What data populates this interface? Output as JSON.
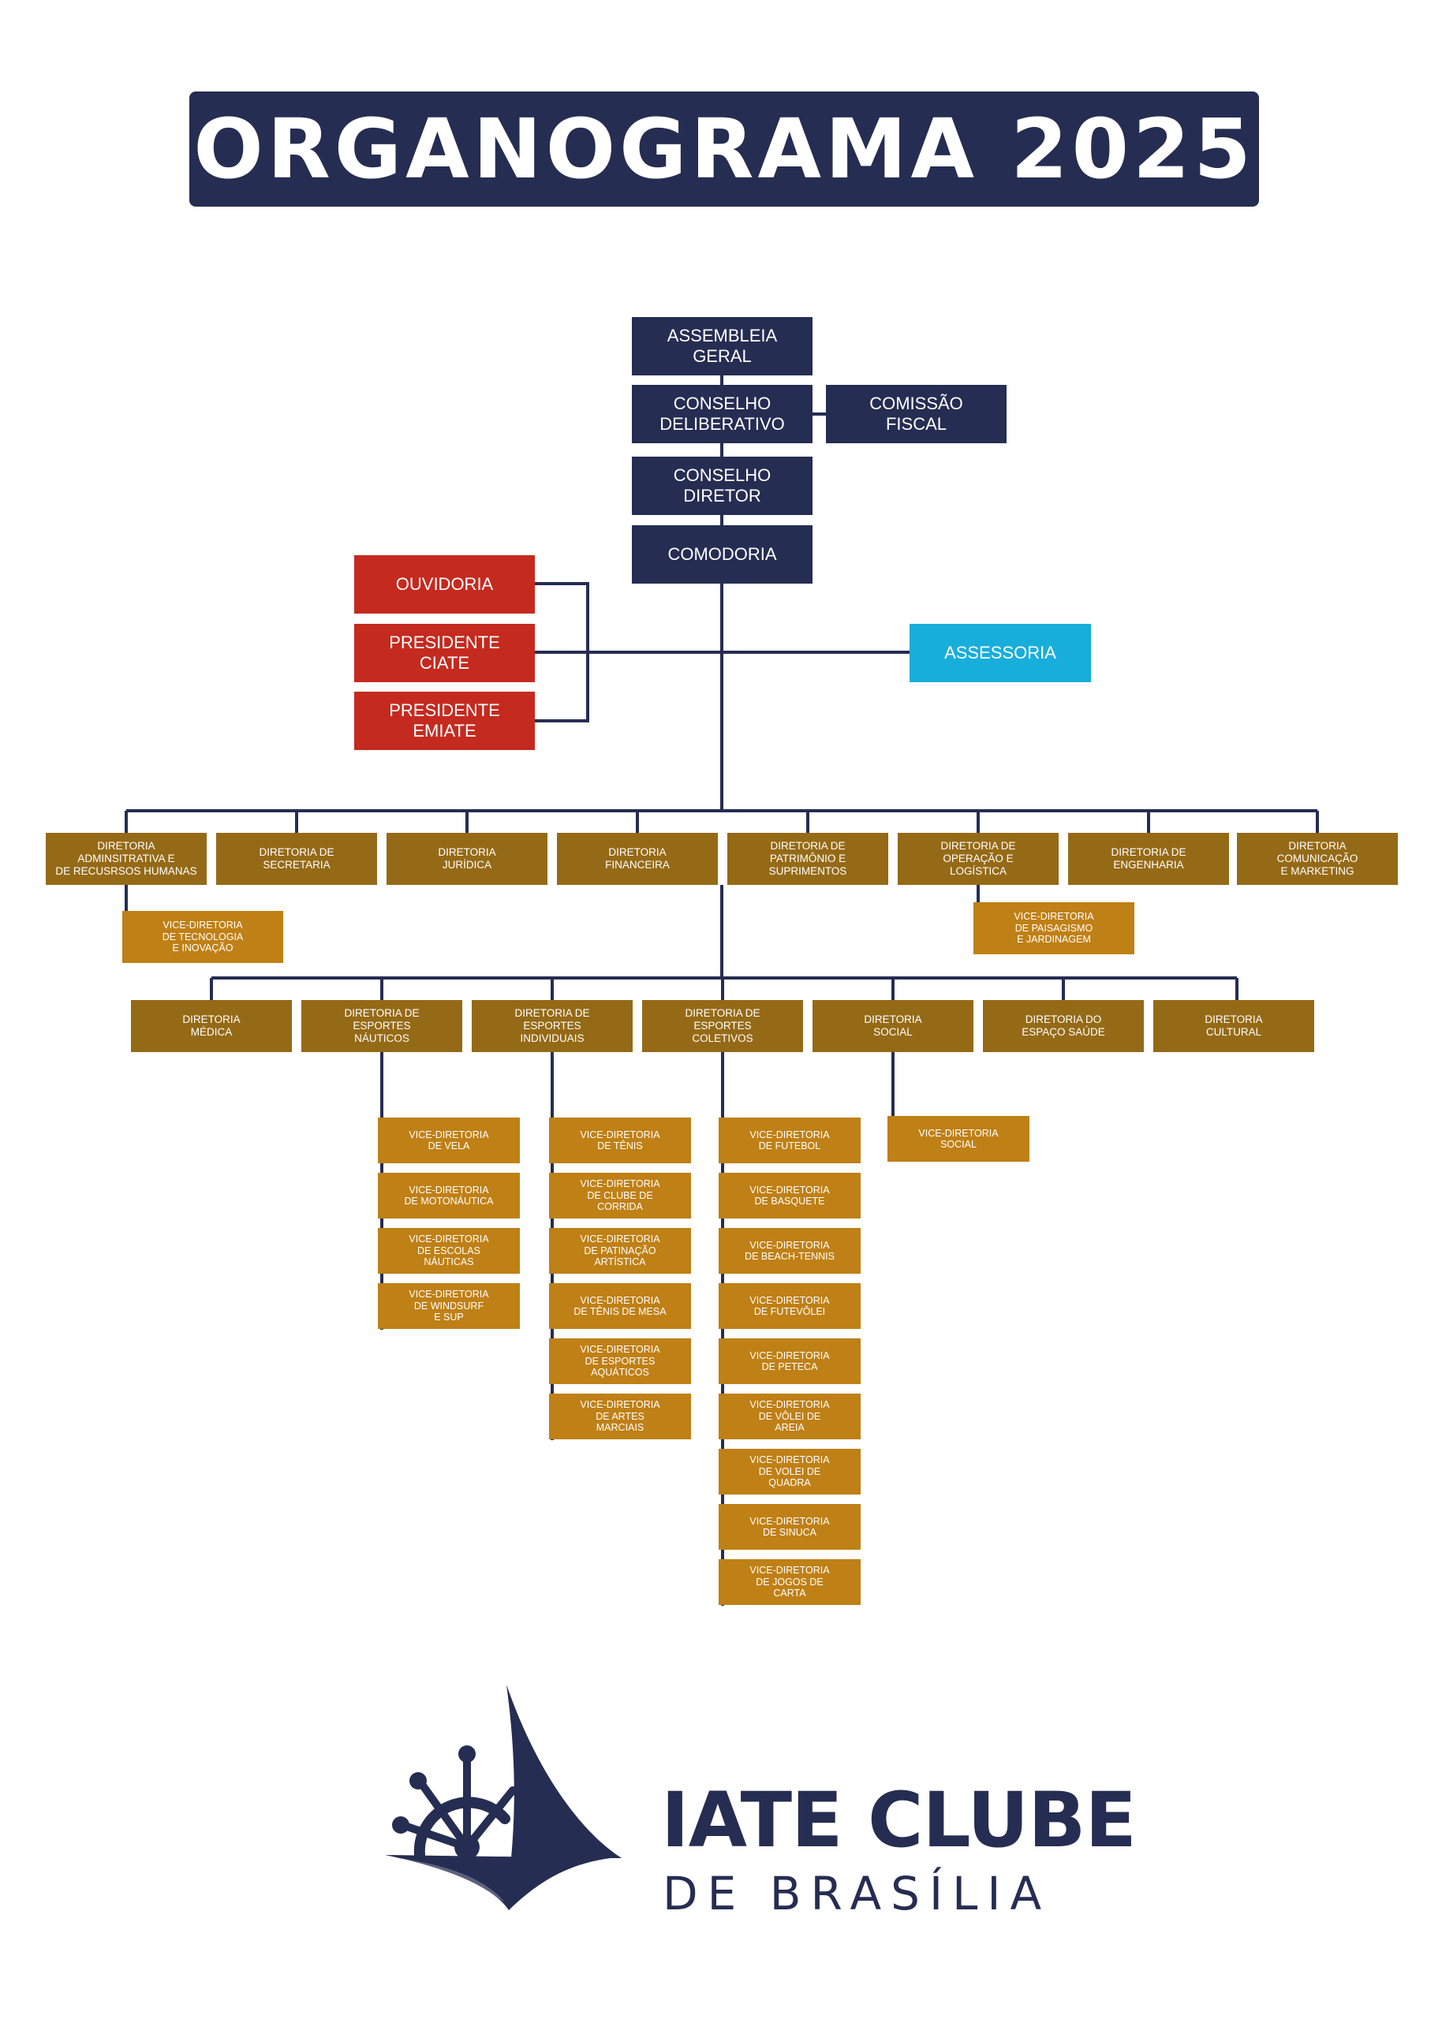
{
  "title": "ORGANOGRAMA 2025",
  "colors": {
    "navy": "#262d52",
    "red": "#c52a1f",
    "cyan": "#18aedb",
    "directorate": "#956a16",
    "vice_directorate": "#bf8016",
    "line": "#262d52"
  },
  "governance": {
    "assembleia": "ASSEMBLEIA\nGERAL",
    "conselho_deliberativo": "CONSELHO\nDELIBERATIVO",
    "comissao_fiscal": "COMISSÃO\nFISCAL",
    "conselho_diretor": "CONSELHO\nDIRETOR",
    "comodoria": "COMODORIA"
  },
  "advisory": {
    "ouvidoria": "OUVIDORIA",
    "presidente_ciate": "PRESIDENTE\nCIATE",
    "presidente_emiate": "PRESIDENTE\nEMIATE",
    "assessoria": "ASSESSORIA"
  },
  "directorates_row1": [
    "DIRETORIA\nADMINSITRATIVA E\nDE RECUSRSOS HUMANAS",
    "DIRETORIA DE\nSECRETARIA",
    "DIRETORIA\nJURÍDICA",
    "DIRETORIA\nFINANCEIRA",
    "DIRETORIA DE\nPATRIMÔNIO E\nSUPRIMENTOS",
    "DIRETORIA DE\nOPERAÇÃO E\nLOGÍSTICA",
    "DIRETORIA DE\nENGENHARIA",
    "DIRETORIA\nCOMUNICAÇÃO\nE MARKETING"
  ],
  "vice_row1": {
    "tecnologia": "VICE-DIRETORIA\nDE TECNOLOGIA\nE INOVAÇÃO",
    "paisagismo": "VICE-DIRETORIA\nDE PAISAGISMO\nE JARDINAGEM"
  },
  "directorates_row2": [
    "DIRETORIA\nMÉDICA",
    "DIRETORIA DE\nESPORTES\nNÁUTICOS",
    "DIRETORIA DE\nESPORTES\nINDIVIDUAIS",
    "DIRETORIA DE\nESPORTES\nCOLETIVOS",
    "DIRETORIA\nSOCIAL",
    "DIRETORIA DO\nESPAÇO SAÚDE",
    "DIRETORIA\nCULTURAL"
  ],
  "vice_nauticos": [
    "VICE-DIRETORIA\nDE VELA",
    "VICE-DIRETORIA\nDE MOTONÁUTICA",
    "VICE-DIRETORIA\nDE ESCOLAS\nNÁUTICAS",
    "VICE-DIRETORIA\nDE WINDSURF\nE SUP"
  ],
  "vice_individuais": [
    "VICE-DIRETORIA\nDE TÊNIS",
    "VICE-DIRETORIA\nDE CLUBE DE\nCORRIDA",
    "VICE-DIRETORIA\nDE PATINAÇÃO\nARTÍSTICA",
    "VICE-DIRETORIA\nDE TÊNIS DE MESA",
    "VICE-DIRETORIA\nDE ESPORTES\nAQUÁTICOS",
    "VICE-DIRETORIA\nDE ARTES\nMARCIAIS"
  ],
  "vice_coletivos": [
    "VICE-DIRETORIA\nDE FUTEBOL",
    "VICE-DIRETORIA\nDE BASQUETE",
    "VICE-DIRETORIA\nDE BEACH-TENNIS",
    "VICE-DIRETORIA\nDE FUTEVÔLEI",
    "VICE-DIRETORIA\nDE PETECA",
    "VICE-DIRETORIA\nDE VÔLEI DE\nAREIA",
    "VICE-DIRETORIA\nDE VOLEI DE\nQUADRA",
    "VICE-DIRETORIA\nDE SINUCA",
    "VICE-DIRETORIA\nDE JOGOS DE\nCARTA"
  ],
  "vice_social": [
    "VICE-DIRETORIA\nSOCIAL"
  ],
  "logo": {
    "name": "IATE CLUBE",
    "sub": "DE BRASÍLIA"
  }
}
